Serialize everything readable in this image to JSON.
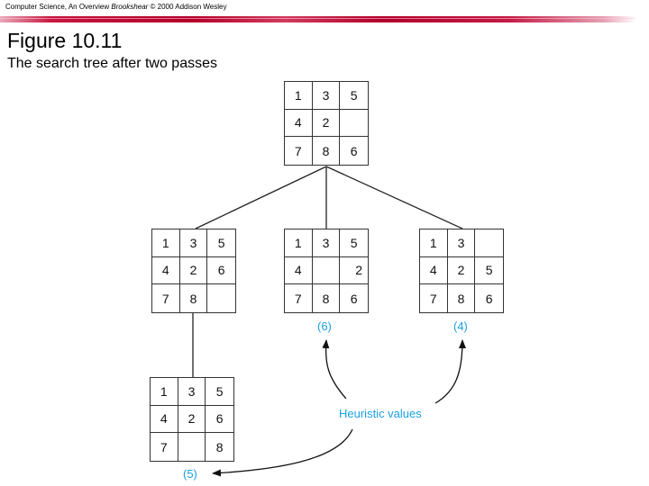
{
  "header": {
    "text_prefix": "Computer Science, An Overview ",
    "text_italic": "Brookshear",
    "text_suffix": " © 2000 Addison Wesley",
    "bar_color": "#b5002a"
  },
  "figure": {
    "title": "Figure 10.11",
    "subtitle": "The search tree after two passes"
  },
  "tree": {
    "root": {
      "cells": [
        "1",
        "3",
        "5",
        "4",
        "2",
        "",
        "7",
        "8",
        "6"
      ]
    },
    "level2": [
      {
        "cells": [
          "1",
          "3",
          "5",
          "4",
          "2",
          "6",
          "7",
          "8",
          ""
        ],
        "heuristic": null
      },
      {
        "cells": [
          "1",
          "3",
          "5",
          "4",
          "",
          "2",
          "7",
          "8",
          "6"
        ],
        "heuristic": "(6)"
      },
      {
        "cells": [
          "1",
          "3",
          "",
          "4",
          "2",
          "5",
          "7",
          "8",
          "6"
        ],
        "heuristic": "(4)"
      }
    ],
    "level3": [
      {
        "cells": [
          "1",
          "3",
          "5",
          "4",
          "2",
          "6",
          "7",
          "",
          "8"
        ],
        "heuristic": "(5)"
      }
    ]
  },
  "annotation": {
    "label": "Heuristic values",
    "color": "#1aa0e0"
  }
}
